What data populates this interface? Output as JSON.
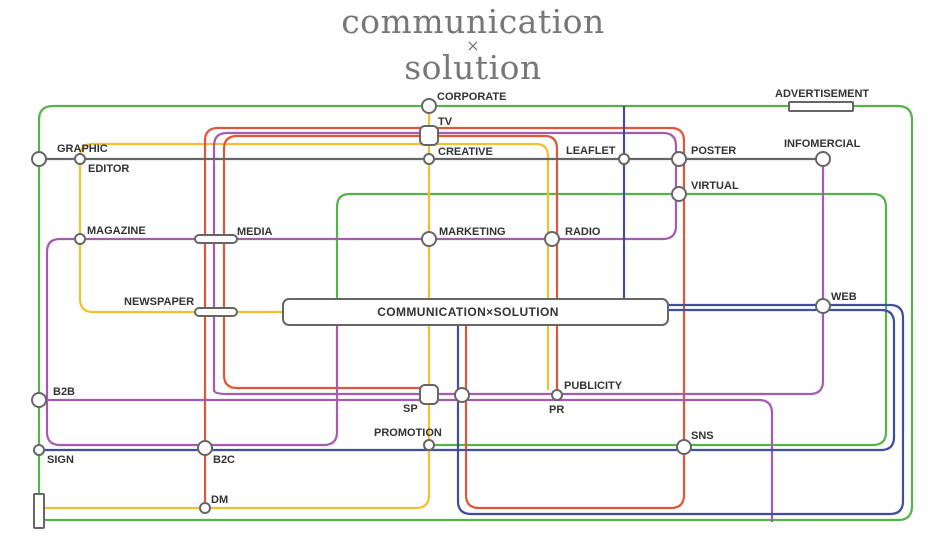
{
  "title": {
    "line1": "communication",
    "times": "×",
    "line2": "solution"
  },
  "colors": {
    "green": "#55b447",
    "yellow": "#f0c030",
    "red": "#e0563a",
    "purple": "#a65ab0",
    "blue": "#3f4ea0",
    "gray": "#666666"
  },
  "center_label": "COMMUNICATION×SOLUTION",
  "stations": {
    "corporate": "CORPORATE",
    "advertisement": "ADVERTISEMENT",
    "tv": "TV",
    "graphic": "GRAPHIC",
    "editor": "EDITOR",
    "creative": "CREATIVE",
    "leaflet": "LEAFLET",
    "poster": "POSTER",
    "infomercial": "INFOMERCIAL",
    "virtual": "VIRTUAL",
    "magazine": "MAGAZINE",
    "media": "MEDIA",
    "marketing": "MARKETING",
    "radio": "RADIO",
    "newspaper": "NEWSPAPER",
    "web": "WEB",
    "b2b": "B2B",
    "sp": "SP",
    "publicity": "PUBLICITY",
    "pr": "PR",
    "promotion": "PROMOTION",
    "sns": "SNS",
    "sign": "SIGN",
    "b2c": "B2C",
    "dm": "DM"
  }
}
